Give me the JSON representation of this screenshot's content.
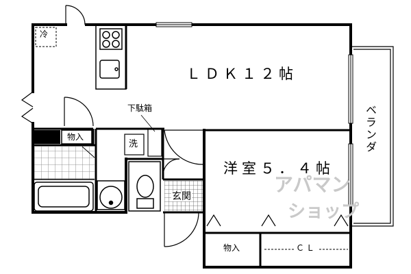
{
  "rooms": {
    "ldk": "ＬＤＫ１２帖",
    "western": "洋室５．４帖",
    "veranda": "ベランダ"
  },
  "fixtures": {
    "fridge": "冷",
    "storage_upper": "物入",
    "storage_lower": "物入",
    "shoe_box": "下駄箱",
    "washer": "洗",
    "entrance": "玄関",
    "closet": "ＣＬ"
  },
  "watermark": {
    "main": "アパマン",
    "sub": "ショップ"
  }
}
